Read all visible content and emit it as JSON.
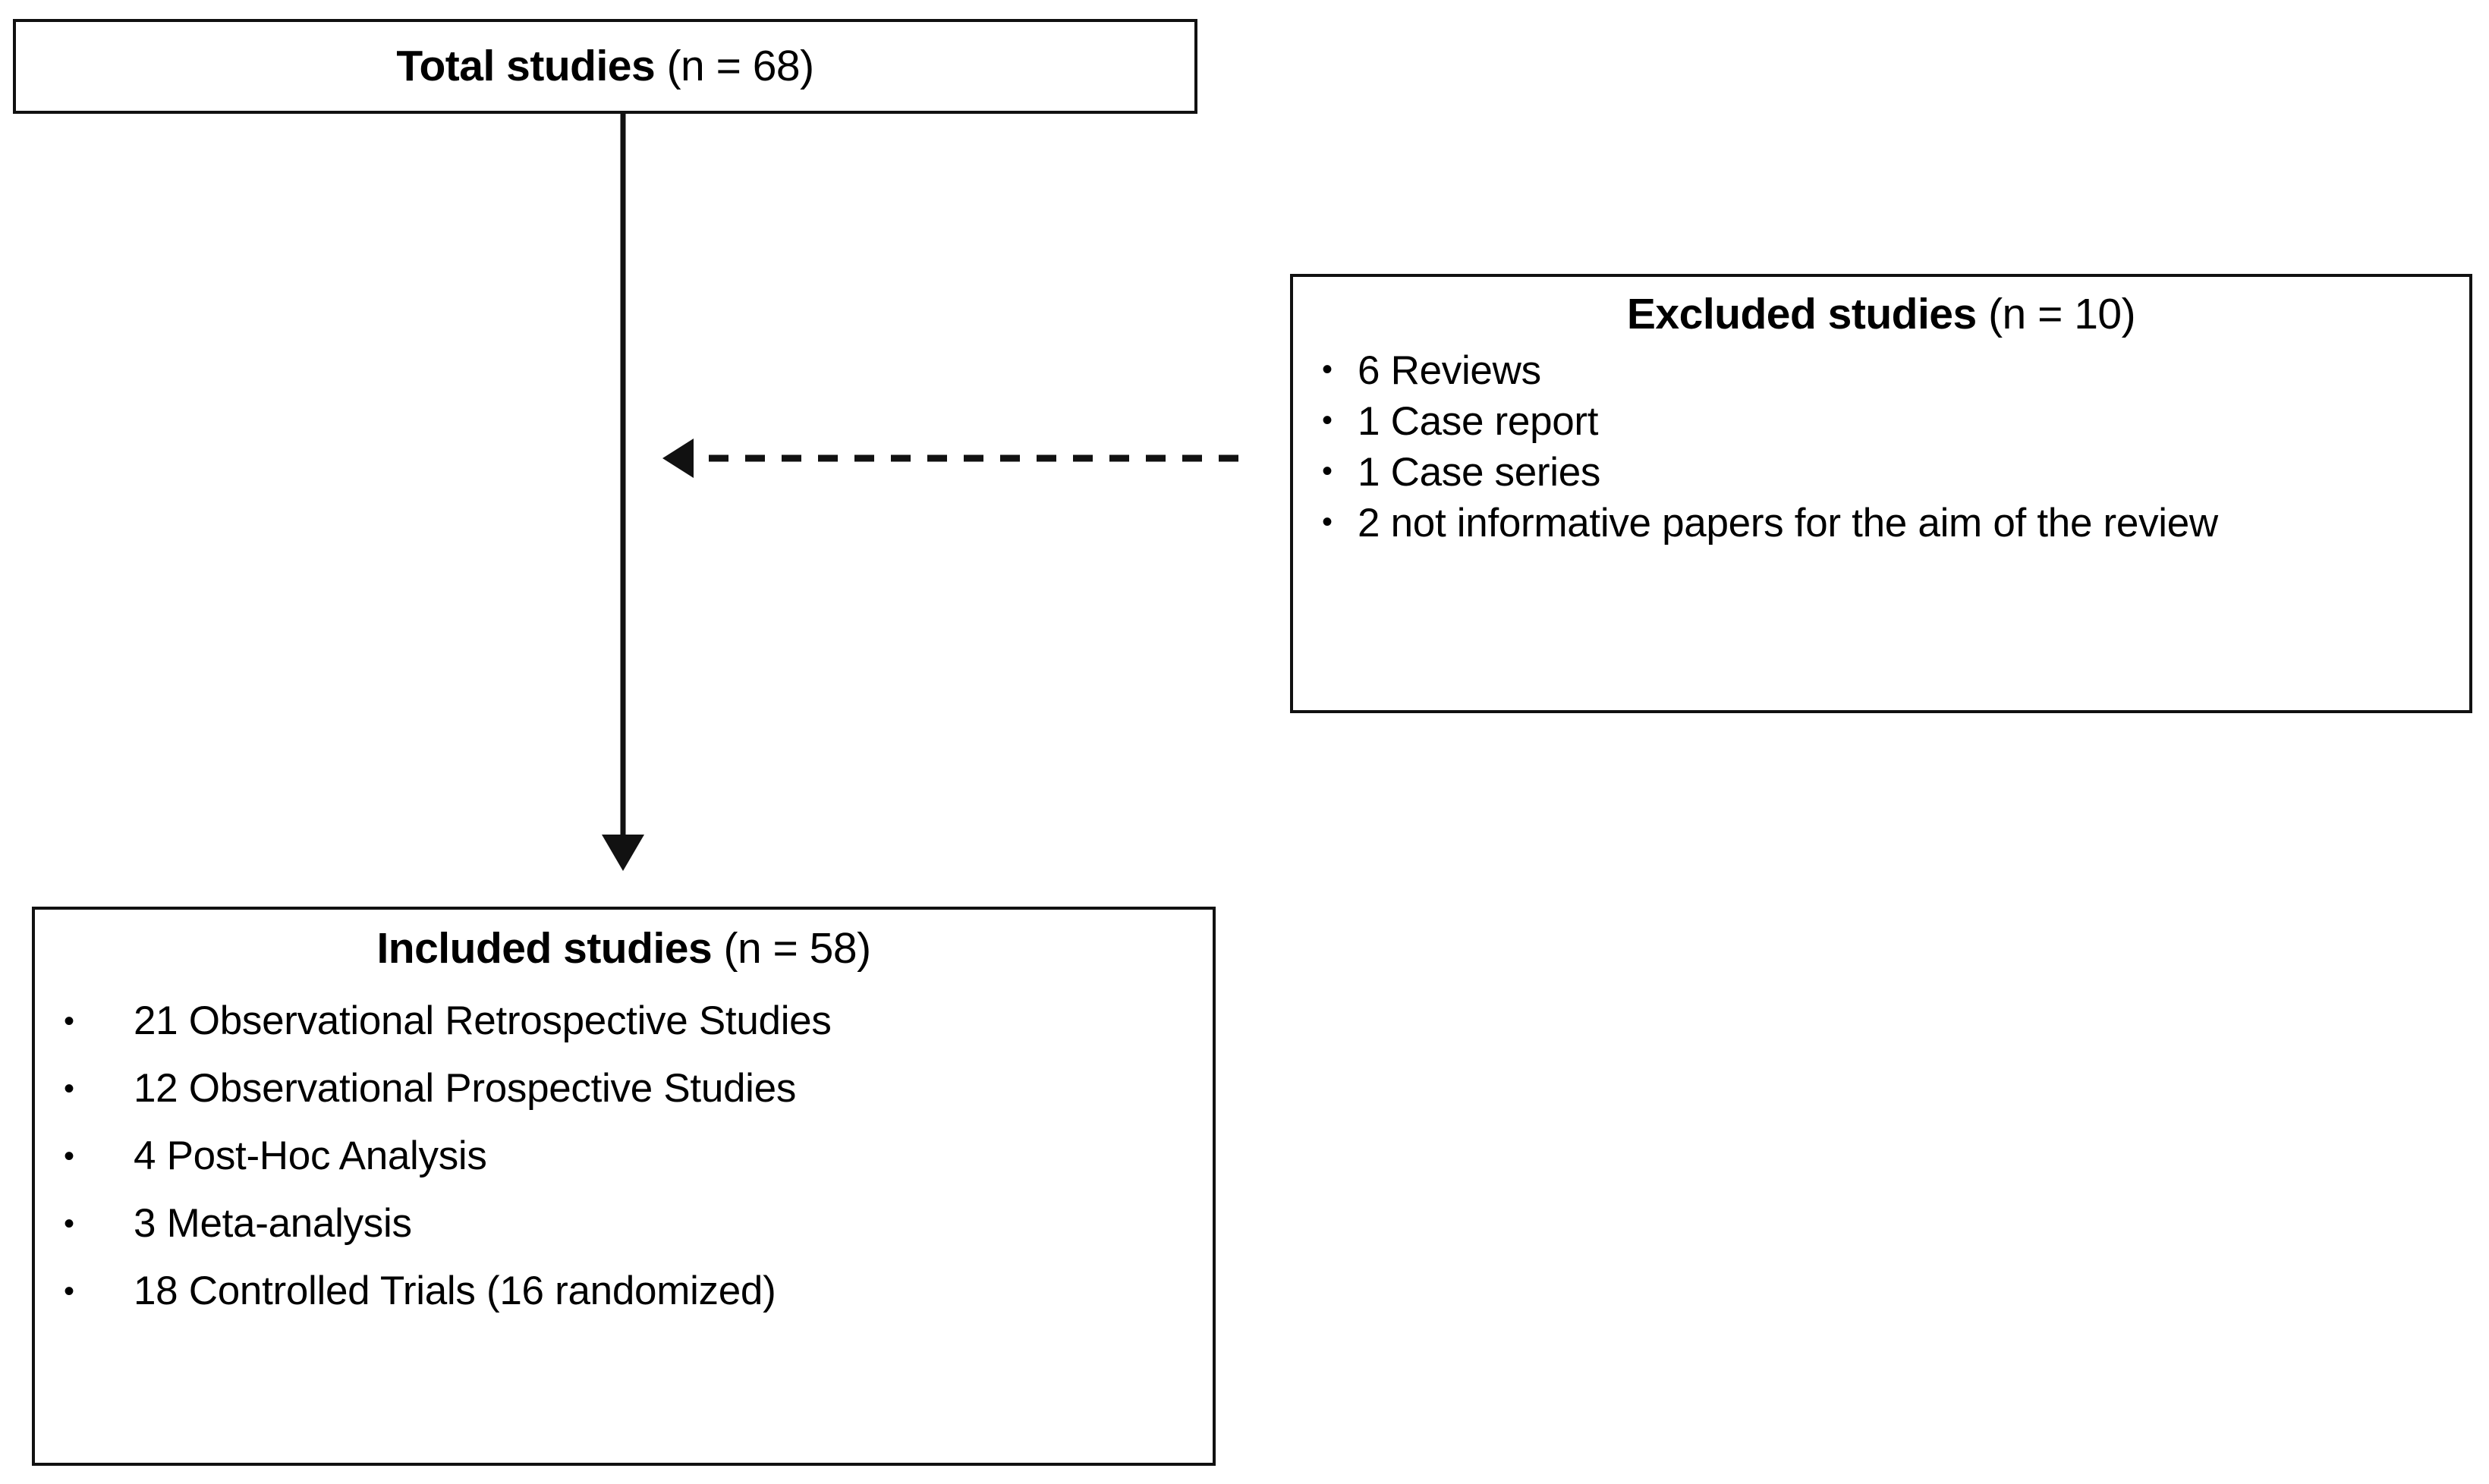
{
  "diagram": {
    "type": "prisma-study-selection-flowchart",
    "nodes": {
      "total": {
        "title": "Total studies",
        "count": "(n = 68)"
      },
      "excluded": {
        "title": "Excluded studies",
        "count": "(n = 10)",
        "bullet_glyph": "•",
        "items": [
          "6 Reviews",
          "1 Case report",
          "1 Case series",
          "2 not informative papers for the aim of the review"
        ]
      },
      "included": {
        "title": "Included studies",
        "count": "(n = 58)",
        "bullet_glyph": "•",
        "items": [
          "21 Observational Retrospective Studies",
          "12 Observational Prospective Studies",
          "4 Post-Hoc Analysis",
          "3 Meta-analysis",
          "18 Controlled Trials  (16 randomized)"
        ]
      }
    },
    "connectors": [
      {
        "name": "total-to-included",
        "style": "solid",
        "direction": "down",
        "arrowhead": "filled-triangle"
      },
      {
        "name": "excluded-to-flow",
        "style": "dashed",
        "direction": "left",
        "arrowhead": "filled-triangle"
      }
    ],
    "colors": {
      "stroke": "#111111",
      "text": "#000000",
      "background": "#ffffff"
    }
  }
}
